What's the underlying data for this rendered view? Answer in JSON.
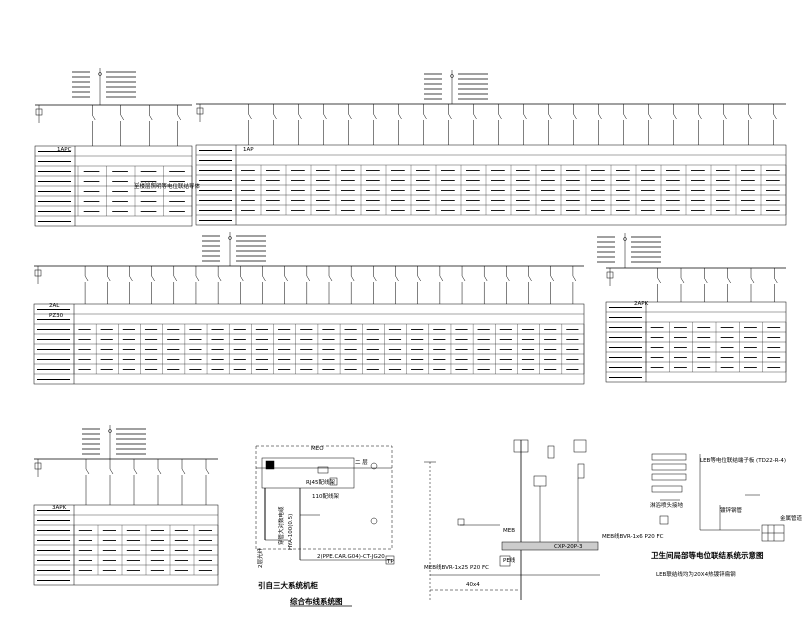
{
  "diagrams": {
    "comprehensive_wiring": {
      "title": "综合布线系统图",
      "caption": "引自三大系统机柜",
      "box_label": "MEO",
      "box_label2": "二 层",
      "rack_label": "RJ45配线架",
      "cabinet_label": "110配线架",
      "vertical_label_1": "穿管大对数电缆",
      "vertical_label_2": "HYA-100(0.5)",
      "conduit_label": "2(PPE.CAR.G04)-CT-JG20",
      "tag_1": "TP",
      "side_label": "2层光纤"
    },
    "equipotential": {
      "label_meb1": "MEB线BVR-1x6 P20 FC",
      "label_meb2": "MEB线BVR-1x25 P20 FC",
      "label_meb3": "CXP-20P-3",
      "label_bar": "MEB",
      "label_flat": "40x4",
      "label_pe": "PE线"
    },
    "bathroom": {
      "title": "卫生间局部等电位联结系统示意图",
      "subtitle": "LEB联结线均为20X4热镀锌扁钢",
      "label_top": "LEB等电位联结端子板 (TD22-R-4)",
      "label_1": "淋浴喷头接地",
      "label_2": "镀锌钢管",
      "label_3": "金属管道"
    }
  },
  "panels": {
    "p1": {
      "name": "1APC",
      "note": "至楼层照明等电位联结导体",
      "dots": "· · · · · · ·"
    },
    "p2": {
      "name": "1AP"
    },
    "p3": {
      "name": "2AL",
      "code": "PZ30"
    },
    "p4": {
      "name": "2APK"
    },
    "p5": {
      "name": "3APK"
    }
  },
  "icons": [
    "breaker-icon",
    "ground-icon",
    "terminal-block-icon"
  ]
}
